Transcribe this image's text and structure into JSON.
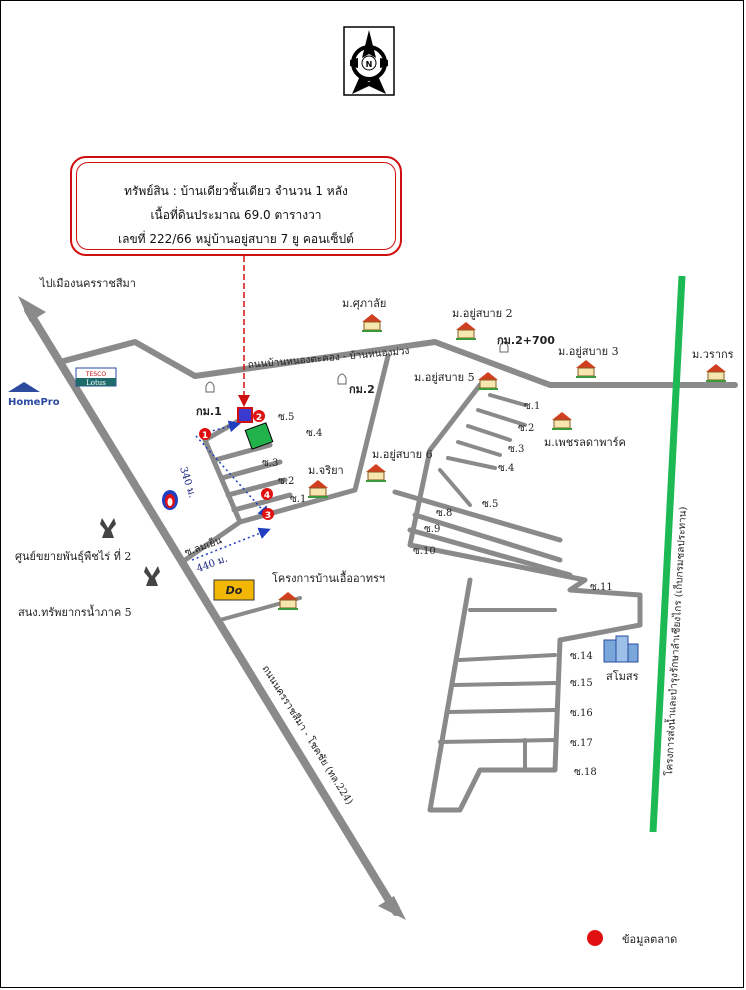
{
  "property": {
    "line1": "ทรัพย์สิน : บ้านเดียวชั้นเดียว จำนวน 1 หลัง",
    "line2": "เนื้อที่ดินประมาณ 69.0 ตารางวา",
    "line3": "เลขที่ 222/66 หมู่บ้านอยู่สบาย 7 ยู คอนเซ็ปต์"
  },
  "compass": {
    "letter": "N"
  },
  "roads": {
    "main_road": "ถนนบ้านหนองตะคอง - บ้านหนองม่วง",
    "highway": "ถนนนครราชสีมา - โชคชัย (ทล.224)",
    "to_korat": "ไปเมืองนครราชสีมา",
    "irrigation": "โครงการส่งน้ำและบำรุงรักษาลำเชียงไกร (เก็บกรมชลประทาน)"
  },
  "km": {
    "km1": "กม.1",
    "km2": "กม.2",
    "km2_700": "กม.2+700"
  },
  "brands": {
    "homepro": "HomePro",
    "tesco_top": "TESCO",
    "tesco_bottom": "Lotus"
  },
  "distances": {
    "d340": "340 ม.",
    "d440": "440 ม."
  },
  "villages": {
    "sukalai": "ม.ศุภาลัย",
    "yoosabai2": "ม.อยู่สบาย 2",
    "yoosabai3": "ม.อยู่สบาย 3",
    "warakorn": "ม.วรากร",
    "yoosabai5": "ม.อยู่สบาย 5",
    "petcharat": "ม.เพชรลดาพาร์ค",
    "yoosabai6": "ม.อยู่สบาย 6",
    "jariya": "ม.จริยา",
    "project": "โครงการบ้านเอื้ออาทรฯ",
    "samosorn": "สโมสร"
  },
  "places": {
    "seed_center": "ศูนย์ขยายพันธุ์พืชไร่ ที่ 2",
    "water_office": "สนง.ทรัพยากรน้ำภาค 5"
  },
  "sois": {
    "lomyen": "ซ.ลมเย็น",
    "left_s5": "ซ.5",
    "left_s4": "ซ.4",
    "left_s3": "ซ.3",
    "left_s2": "ซ.2",
    "left_s1": "ซ.1",
    "r1": "ซ.1",
    "r2": "ซ.2",
    "r3": "ซ.3",
    "r4": "ซ.4",
    "r5": "ซ.5",
    "s8": "ซ.8",
    "s9": "ซ.9",
    "s10": "ซ.10",
    "s11": "ซ.11",
    "s14": "ซ.14",
    "s15": "ซ.15",
    "s16": "ซ.16",
    "s17": "ซ.17",
    "s18": "ซ.18"
  },
  "markers": {
    "m1": "1",
    "m2": "2",
    "m3": "3",
    "m4": "4"
  },
  "legend": {
    "market": "ข้อมูลตลาด",
    "color": "#e01010"
  },
  "colors": {
    "road": "#8a8a8a",
    "canal": "#1db954",
    "market": "#e01010",
    "site": "#22b24c",
    "dotted": "#1f3fbf"
  }
}
